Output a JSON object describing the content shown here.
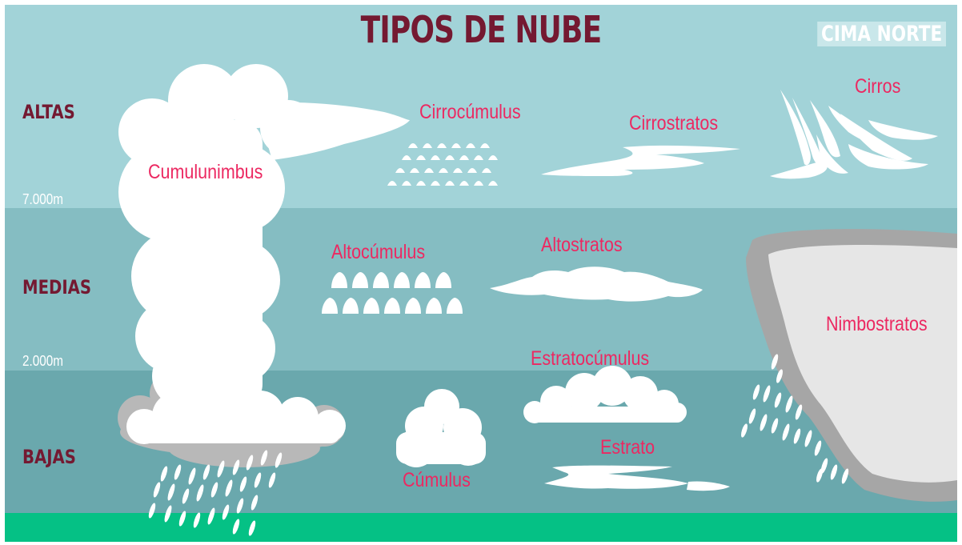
{
  "title": "TIPOS DE NUBE",
  "brand": "CIMA NORTE",
  "levels": {
    "high": "ALTAS",
    "mid": "MEDIAS",
    "low": "BAJAS"
  },
  "altitudes": {
    "high_boundary": "7.000m",
    "mid_boundary": "2.000m"
  },
  "clouds": {
    "cumulonimbus": "Cumulunimbus",
    "cirrocumulus": "Cirrocúmulus",
    "cirrostratus": "Cirrostratos",
    "cirrus": "Cirros",
    "altocumulus": "Altocúmulus",
    "altostratus": "Altostratos",
    "nimbostratus": "Nimbostratos",
    "stratocumulus": "Estratocúmulus",
    "stratus": "Estrato",
    "cumulus": "Cúmulus"
  },
  "colors": {
    "high_band": "#a2d3d8",
    "mid_band": "#85bdc2",
    "low_band": "#6aa8ad",
    "ground": "#05c185",
    "label_text": "#ec2861",
    "heading_text": "#741931",
    "cloud": "#ffffff",
    "storm_gray": "#b8b8b8"
  }
}
